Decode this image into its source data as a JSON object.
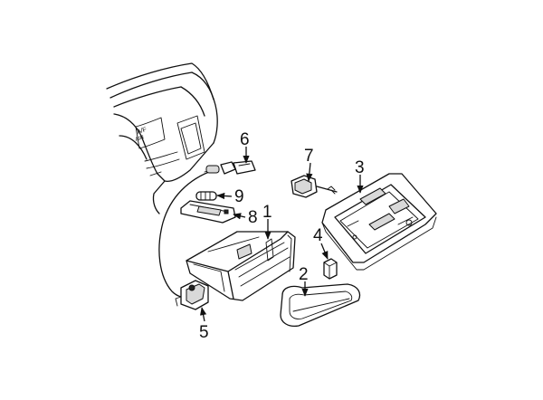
{
  "callouts": [
    {
      "id": "1",
      "label": "1"
    },
    {
      "id": "2",
      "label": "2"
    },
    {
      "id": "3",
      "label": "3"
    },
    {
      "id": "4",
      "label": "4"
    },
    {
      "id": "5",
      "label": "5"
    },
    {
      "id": "6",
      "label": "6"
    },
    {
      "id": "7",
      "label": "7"
    },
    {
      "id": "8",
      "label": "8"
    },
    {
      "id": "9",
      "label": "9"
    }
  ],
  "dashboard_text": {
    "line1": "A/F",
    "line2": "AIR"
  }
}
